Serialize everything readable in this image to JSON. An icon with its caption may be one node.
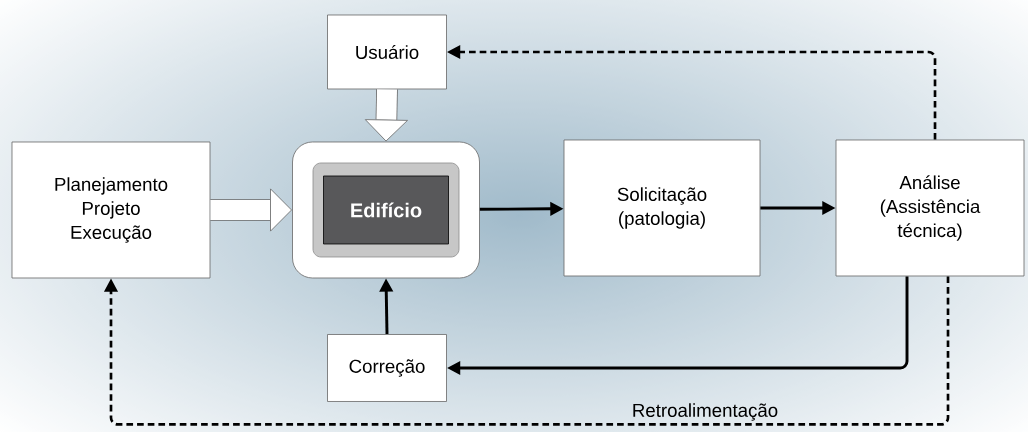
{
  "diagram": {
    "nodes": [
      {
        "text": [
          "Usuário"
        ]
      },
      {
        "text": [
          "Planejamento",
          "Projeto",
          "Execução"
        ]
      },
      {
        "text": [],
        "shape": "box"
      },
      {
        "text": [
          "Edifício"
        ],
        "in": 2
      },
      {
        "text": [
          "Correção"
        ]
      },
      {
        "text": [
          "Solicitação (patologia)"
        ]
      },
      {
        "text": [
          "Análise (Assistência técnica)"
        ]
      }
    ],
    "edges": [
      {
        "from": 0,
        "to": 2,
        "arrow": "to",
        "style": "thick",
        "color": "#666666"
      },
      {
        "from": 1,
        "to": 2,
        "arrow": "to",
        "style": "thick",
        "color": "#666666"
      },
      {
        "from": 2,
        "to": 5,
        "arrow": "to"
      },
      {
        "from": 5,
        "to": 6,
        "arrow": "to"
      },
      {
        "from": 6,
        "to": 4,
        "arrow": "to"
      },
      {
        "from": 4,
        "to": 2,
        "arrow": "to"
      },
      {
        "from": 6,
        "to": 0,
        "arrow": "to",
        "style": "dashed"
      },
      {
        "from": 6,
        "to": 1,
        "arrow": "to",
        "style": "dashed",
        "label": "Retroalimentação"
      }
    ]
  }
}
